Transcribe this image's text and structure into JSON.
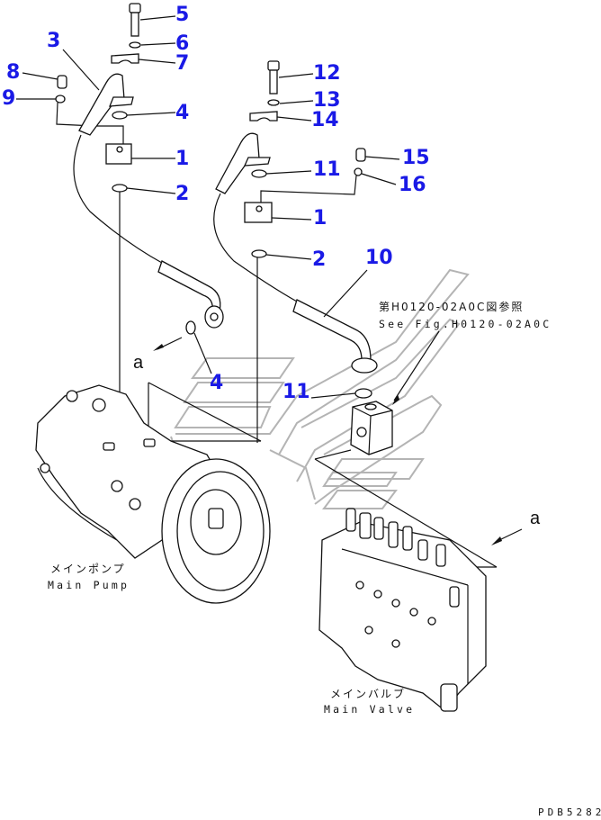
{
  "diagram": {
    "callouts": [
      {
        "id": "c5",
        "label": "5"
      },
      {
        "id": "c6",
        "label": "6"
      },
      {
        "id": "c7",
        "label": "7"
      },
      {
        "id": "c3",
        "label": "3"
      },
      {
        "id": "c8",
        "label": "8"
      },
      {
        "id": "c9",
        "label": "9"
      },
      {
        "id": "c4a",
        "label": "4"
      },
      {
        "id": "c1a",
        "label": "1"
      },
      {
        "id": "c2a",
        "label": "2"
      },
      {
        "id": "c12",
        "label": "12"
      },
      {
        "id": "c13",
        "label": "13"
      },
      {
        "id": "c14",
        "label": "14"
      },
      {
        "id": "c15",
        "label": "15"
      },
      {
        "id": "c11a",
        "label": "11"
      },
      {
        "id": "c16",
        "label": "16"
      },
      {
        "id": "c1b",
        "label": "1"
      },
      {
        "id": "c2b",
        "label": "2"
      },
      {
        "id": "c10",
        "label": "10"
      },
      {
        "id": "c4b",
        "label": "4"
      },
      {
        "id": "c11b",
        "label": "11"
      }
    ],
    "reference_note": {
      "jp": "第H0120-02A0C図参照",
      "en": "See Fig.H0120-02A0C"
    },
    "view_marker": {
      "left": "a",
      "right": "a"
    },
    "components": {
      "main_pump": {
        "jp": "メインポンプ",
        "en": "Main Pump"
      },
      "main_valve": {
        "jp": "メインバルブ",
        "en": "Main Valve"
      }
    },
    "drawing_code": "PDB5282",
    "colors": {
      "callout": "#1a1ae6",
      "line": "#111111",
      "watermark": "#b4b4b4"
    }
  }
}
